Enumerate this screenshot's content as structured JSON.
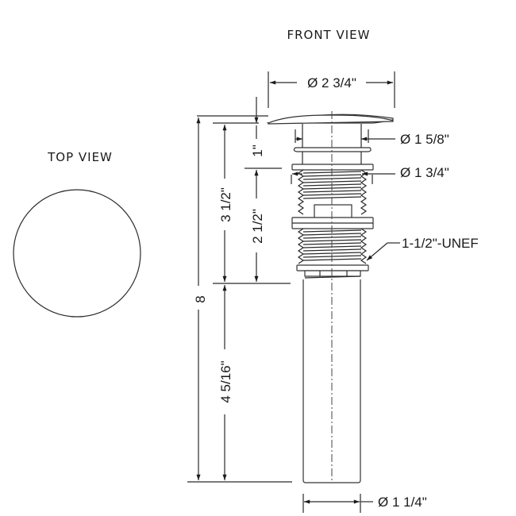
{
  "views": {
    "front_title": "FRONT VIEW",
    "top_title": "TOP VIEW"
  },
  "dimensions": {
    "cap_diameter": "Ø 2 3/4\"",
    "neck_diameter": "Ø 1 5/8\"",
    "flange_diameter": "Ø 1 3/4\"",
    "thread_spec": "1-1/2\"-UNEF",
    "tail_diameter": "Ø 1 1/4\"",
    "cap_to_flange": "1\"",
    "thread_length": "2 1/2\"",
    "upper_length": "3 1/2\"",
    "overall_length": "8",
    "tail_length": "4 5/16\""
  },
  "colors": {
    "line": "#2a2a2a",
    "background": "#ffffff"
  }
}
